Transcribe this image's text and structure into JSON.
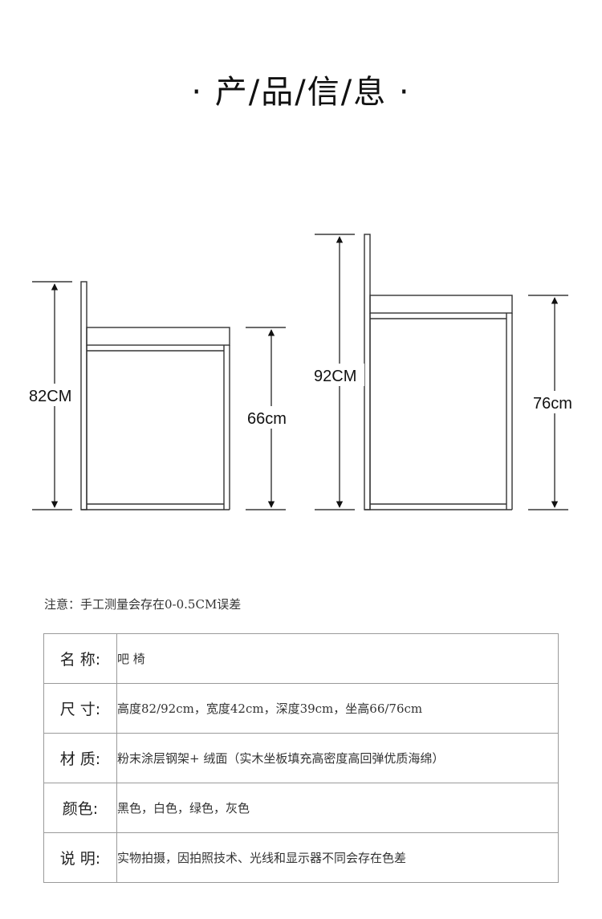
{
  "title": "· 产/品/信/息 ·",
  "dimensions": {
    "chair1_total": "82CM",
    "chair1_seat": "66cm",
    "chair2_total": "92CM",
    "chair2_seat": "76cm"
  },
  "note": "注意：手工测量会存在0-0.5CM误差",
  "rows": [
    {
      "key": "名 称:",
      "value": "吧 椅"
    },
    {
      "key": "尺 寸:",
      "value": "高度82/92cm，宽度42cm，深度39cm，坐高66/76cm"
    },
    {
      "key": "材 质:",
      "value": "粉末涂层钢架+ 绒面（实木坐板填充高密度高回弹优质海绵）"
    },
    {
      "key": "颜色:",
      "value": "黑色，白色，绿色，灰色"
    },
    {
      "key": "说 明:",
      "value": "实物拍摄，因拍照技术、光线和显示器不同会存在色差"
    }
  ]
}
